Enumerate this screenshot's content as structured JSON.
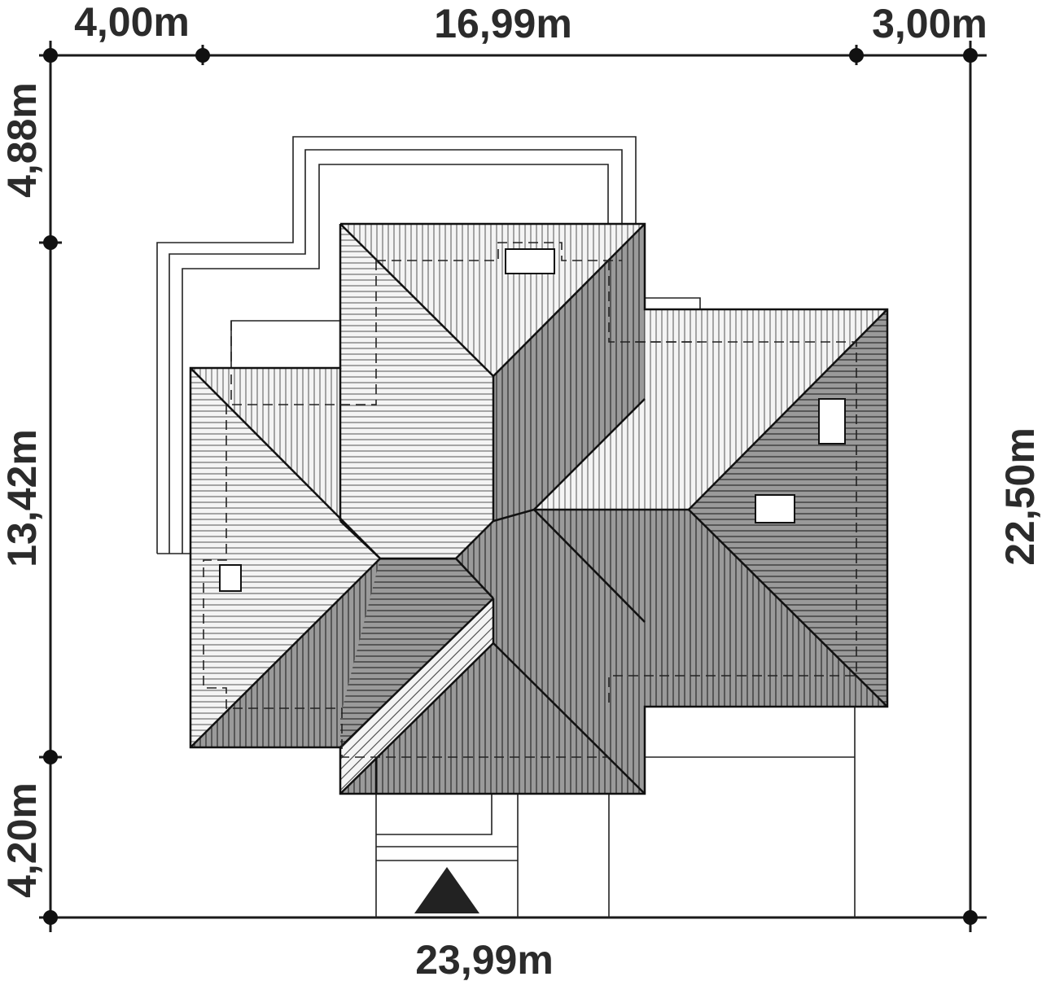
{
  "dimensions": {
    "top_left": "4,00m",
    "top_middle": "16,99m",
    "top_right": "3,00m",
    "bottom": "23,99m",
    "left_top": "4,88m",
    "left_middle": "13,42m",
    "left_bottom": "4,20m",
    "right": "22,50m"
  },
  "colors": {
    "line": "#1a1a1a",
    "roof_light": "#efefef",
    "roof_dark": "#8c8c8c",
    "marker": "#222222"
  }
}
